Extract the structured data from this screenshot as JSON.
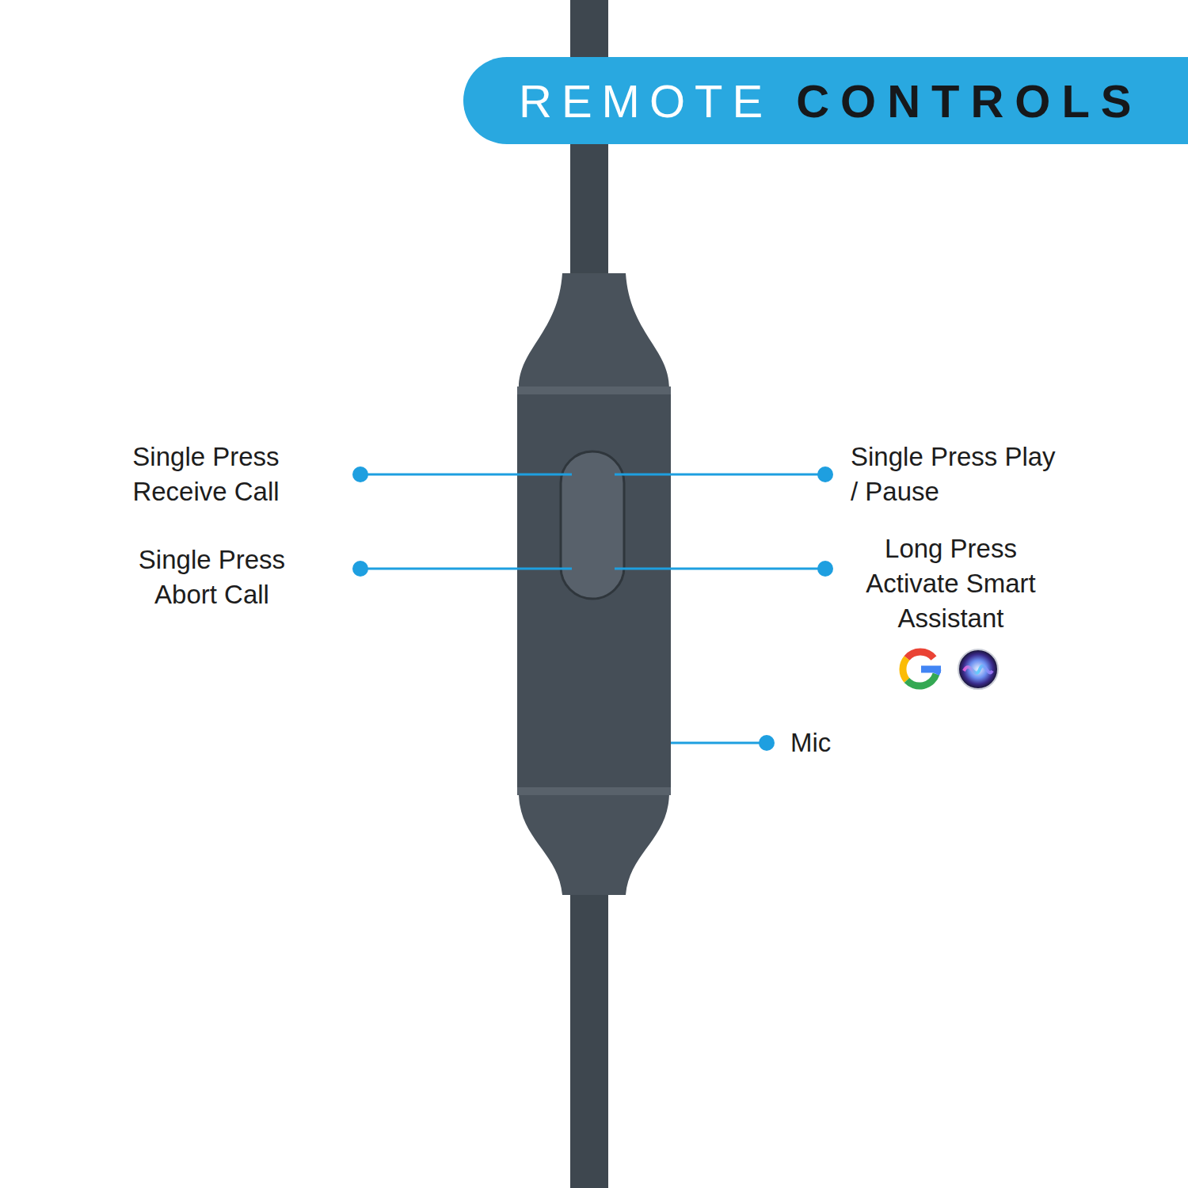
{
  "diagram": {
    "nodes": [
      {
        "text": [
          "REMOTE",
          "CONTROLS"
        ]
      }
    ],
    "labels": [
      "Single Press Receive Call",
      "Single Press Abort Call",
      "Single Press Play / Pause",
      "Long Press Activate Smart Assistant",
      "Mic"
    ]
  }
}
